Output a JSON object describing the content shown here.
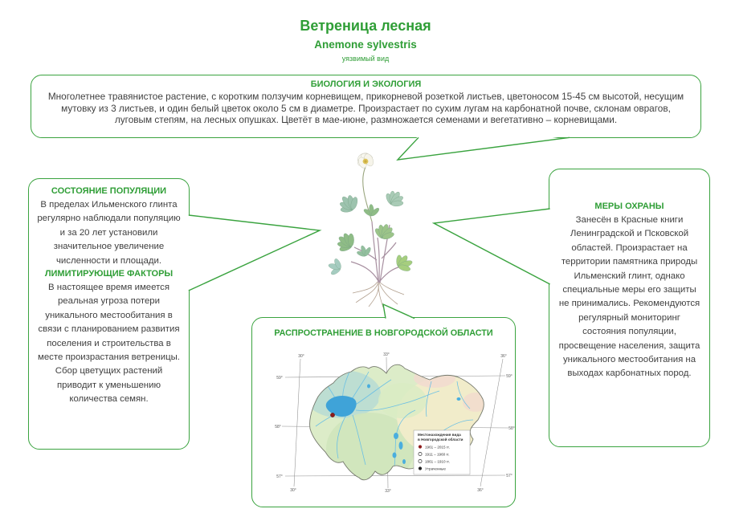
{
  "header": {
    "title": "Ветреница лесная",
    "latin": "Anemone sylvestris",
    "status": "уязвимый вид"
  },
  "colors": {
    "accent_green": "#2f9e36",
    "border_green": "#3aa33f",
    "body_text": "#3f3f3f",
    "lake_blue": "#3fa3d8",
    "marker_red": "#8e1c1c"
  },
  "callouts": {
    "biology": {
      "header": "БИОЛОГИЯ И ЭКОЛОГИЯ",
      "text": "Многолетнее травянистое растение, с коротким ползучим корневищем, прикорневой розеткой листьев, цветоносом 15-45 см высотой, несущим мутовку из 3 листьев, и один белый цветок около 5 см в диаметре. Произрастает по сухим лугам на карбонатной почве, склонам оврагов, луговым степям, на лесных опушках. Цветёт в мае-июне, размножается семенами и вегетативно – корневищами."
    },
    "population": {
      "header": "СОСТОЯНИЕ ПОПУЛЯЦИИ",
      "text": "В пределах Ильменского глинта регулярно наблюдали популяцию и за 20 лет установили значительное увеличение численности и площади."
    },
    "limiting": {
      "header": "ЛИМИТИРУЮЩИЕ ФАКТОРЫ",
      "text": "В настоящее время имеется реальная угроза потери уникального местообитания в связи с планированием развития поселения и строительства в месте произрастания ветреницы. Сбор цветущих растений приводит к уменьшению количества семян."
    },
    "protection": {
      "header": "МЕРЫ ОХРАНЫ",
      "text": "Занесён в Красные книги Ленинградской и Псковской областей. Произрастает на территории памятника природы Ильменский глинт, однако специальные меры его защиты не принимались. Рекомендуются регулярный мониторинг состояния популяции, просвещение населения, защита уникального местообитания на выходах карбонатных пород."
    },
    "distribution": {
      "header": "РАСПРОСТРАНЕНИЕ В НОВГОРОДСКОЙ ОБЛАСТИ"
    }
  },
  "map": {
    "grid_lon": [
      "30°",
      "33°",
      "36°"
    ],
    "grid_lat": [
      "59°",
      "58°",
      "57°"
    ],
    "legend": {
      "title_line1": "Местонахождения вида",
      "title_line2": "в Новгородской области",
      "items": [
        {
          "symbol": "filled-red-circle",
          "label": "1961 – 2015 гг."
        },
        {
          "symbol": "open-circle",
          "label": "1911 – 1960 гг."
        },
        {
          "symbol": "open-circle",
          "label": "1861 – 1910 гг."
        },
        {
          "symbol": "filled-black-circle",
          "label": "Утраченные"
        }
      ]
    }
  }
}
